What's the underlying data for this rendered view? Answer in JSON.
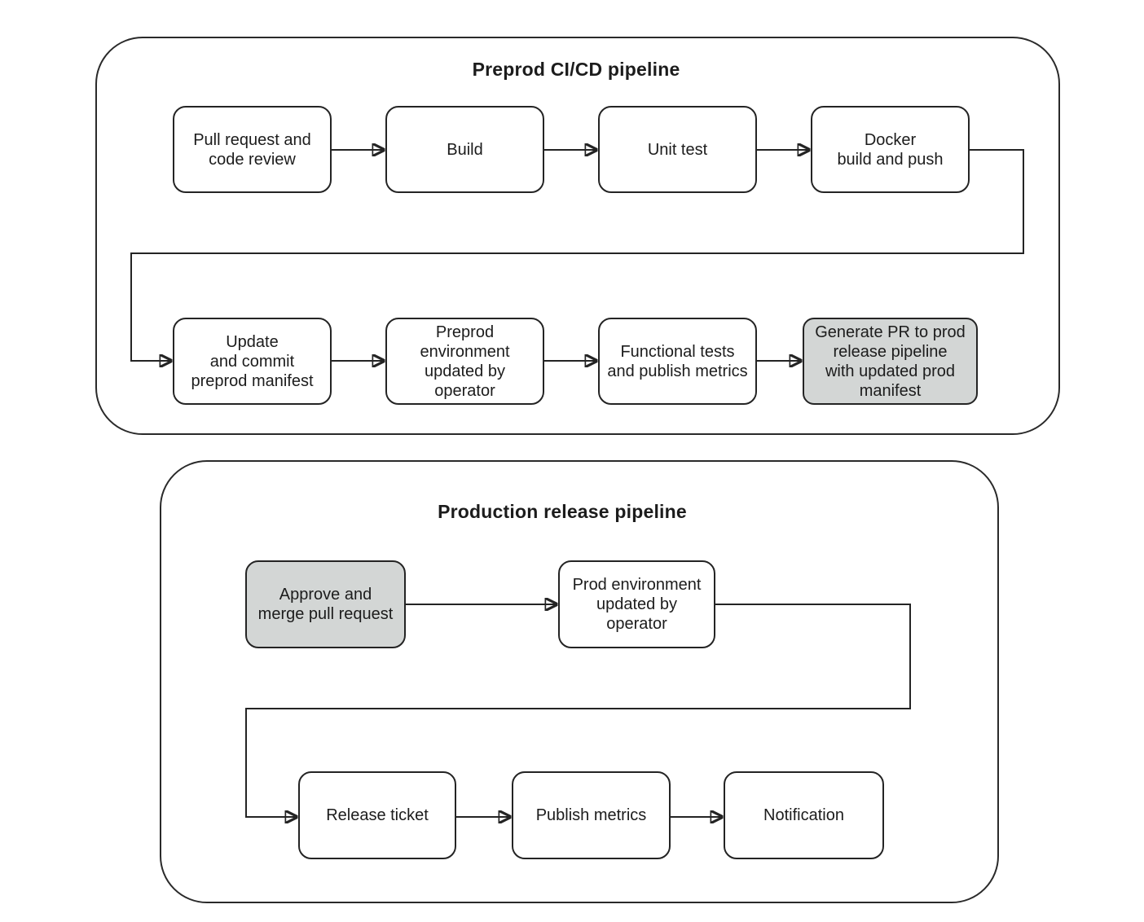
{
  "colors": {
    "background": "#ffffff",
    "line": "#242424",
    "node_fill": "#ffffff",
    "node_highlight_fill": "#d3d6d5",
    "text": "#1c1c1c"
  },
  "preprod": {
    "title": "Preprod CI/CD pipeline",
    "nodes": [
      {
        "id": "pull-request-code-review",
        "label": "Pull request and\ncode review",
        "highlighted": false
      },
      {
        "id": "build",
        "label": "Build",
        "highlighted": false
      },
      {
        "id": "unit-test",
        "label": "Unit test",
        "highlighted": false
      },
      {
        "id": "docker-build-push",
        "label": "Docker\nbuild and push",
        "highlighted": false
      },
      {
        "id": "update-commit-preprod-manifest",
        "label": "Update\nand commit\npreprod manifest",
        "highlighted": false
      },
      {
        "id": "preprod-env-updated-by-operator",
        "label": "Preprod\nenvironment\nupdated by\noperator",
        "highlighted": false
      },
      {
        "id": "functional-tests-publish-metrics",
        "label": "Functional tests\nand publish metrics",
        "highlighted": false
      },
      {
        "id": "generate-pr-prod-release",
        "label": "Generate PR to prod\nrelease pipeline\nwith updated prod\nmanifest",
        "highlighted": true
      }
    ]
  },
  "production": {
    "title": "Production release pipeline",
    "nodes": [
      {
        "id": "approve-merge-pull-request",
        "label": "Approve and\nmerge pull request",
        "highlighted": true
      },
      {
        "id": "prod-env-updated-by-operator",
        "label": "Prod environment\nupdated by\noperator",
        "highlighted": false
      },
      {
        "id": "release-ticket",
        "label": "Release ticket",
        "highlighted": false
      },
      {
        "id": "publish-metrics",
        "label": "Publish metrics",
        "highlighted": false
      },
      {
        "id": "notification",
        "label": "Notification",
        "highlighted": false
      }
    ]
  },
  "edges": [
    {
      "from": "pull-request-code-review",
      "to": "build"
    },
    {
      "from": "build",
      "to": "unit-test"
    },
    {
      "from": "unit-test",
      "to": "docker-build-push"
    },
    {
      "from": "docker-build-push",
      "to": "update-commit-preprod-manifest"
    },
    {
      "from": "update-commit-preprod-manifest",
      "to": "preprod-env-updated-by-operator"
    },
    {
      "from": "preprod-env-updated-by-operator",
      "to": "functional-tests-publish-metrics"
    },
    {
      "from": "functional-tests-publish-metrics",
      "to": "generate-pr-prod-release"
    },
    {
      "from": "approve-merge-pull-request",
      "to": "prod-env-updated-by-operator"
    },
    {
      "from": "prod-env-updated-by-operator",
      "to": "release-ticket"
    },
    {
      "from": "release-ticket",
      "to": "publish-metrics"
    },
    {
      "from": "publish-metrics",
      "to": "notification"
    }
  ]
}
